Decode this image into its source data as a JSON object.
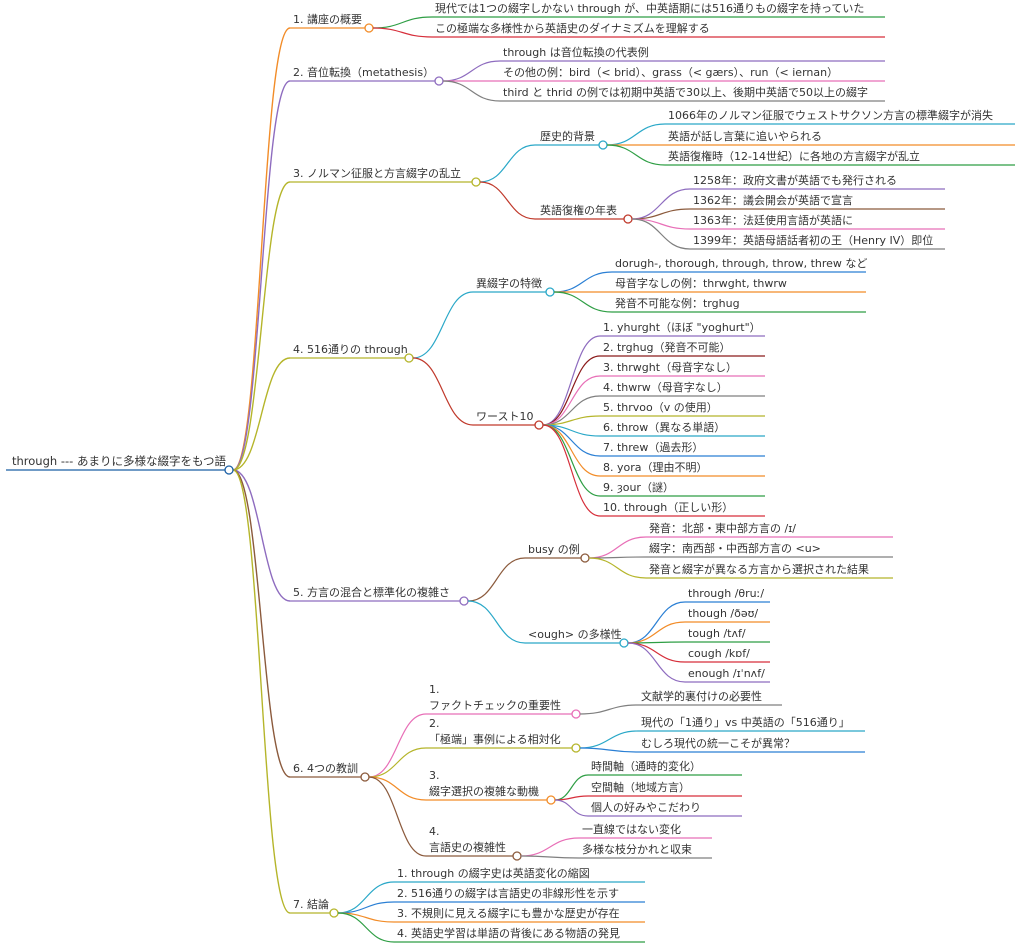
{
  "root": {
    "label": "through --- あまりに多様な綴字をもつ語",
    "color": "#1a5fa5",
    "children": [
      {
        "label": "1. 講座の概要",
        "color": "#f28c28",
        "children": [
          {
            "label": "現代では1つの綴字しかない through が、中英語期には516通りもの綴字を持っていた",
            "color": "#2e9e44"
          },
          {
            "label": "この極端な多様性から英語史のダイナミズムを理解する",
            "color": "#d62e3a"
          }
        ]
      },
      {
        "label": "2. 音位転換（metathesis）",
        "color": "#8e6cbf",
        "children": [
          {
            "label": "through は音位転換の代表例",
            "color": "#8e6cbf"
          },
          {
            "label": "その他の例：bird（< brid）、grass（< gærs）、run（< iernan）",
            "color": "#e86fb7"
          },
          {
            "label": "third と thrid の例では初期中英語で30以上、後期中英語で50以上の綴字",
            "color": "#7f7f7f"
          }
        ]
      },
      {
        "label": "3. ノルマン征服と方言綴字の乱立",
        "color": "#b5b52a",
        "children": [
          {
            "label": "歴史的背景",
            "color": "#2aa8c8",
            "children": [
              {
                "label": "1066年のノルマン征服でウェストサクソン方言の標準綴字が消失",
                "color": "#2aa8c8"
              },
              {
                "label": "英語が話し言葉に追いやられる",
                "color": "#f28c28"
              },
              {
                "label": "英語復権時（12-14世紀）に各地の方言綴字が乱立",
                "color": "#2e9e44"
              }
            ]
          },
          {
            "label": "英語復権の年表",
            "color": "#c0392b",
            "children": [
              {
                "label": "1258年：政府文書が英語でも発行される",
                "color": "#8e6cbf"
              },
              {
                "label": "1362年：議会開会が英語で宣言",
                "color": "#8b5a3c"
              },
              {
                "label": "1363年：法廷使用言語が英語に",
                "color": "#e86fb7"
              },
              {
                "label": "1399年：英語母語話者初の王（Henry IV）即位",
                "color": "#7f7f7f"
              }
            ]
          }
        ]
      },
      {
        "label": "4. 516通りの through",
        "color": "#b5b52a",
        "children": [
          {
            "label": "異綴字の特徴",
            "color": "#2aa8c8",
            "children": [
              {
                "label": "dorugh-, thorough, through, throw, threw など",
                "color": "#2a7fd4"
              },
              {
                "label": "母音字なしの例：thrwght, thwrw",
                "color": "#f28c28"
              },
              {
                "label": "発音不可能な例：trghug",
                "color": "#2e9e44"
              }
            ]
          },
          {
            "label": "ワースト10",
            "color": "#c0392b",
            "children": [
              {
                "label": "1. yhurght（ほぼ \"yoghurt\"）",
                "color": "#8e6cbf"
              },
              {
                "label": "2. trghug（発音不可能）",
                "color": "#8b1a1a"
              },
              {
                "label": "3. thrwght（母音字なし）",
                "color": "#e86fb7"
              },
              {
                "label": "4. thwrw（母音字なし）",
                "color": "#7f7f7f"
              },
              {
                "label": "5. thrvoo（v の使用）",
                "color": "#b5b52a"
              },
              {
                "label": "6. throw（異なる単語）",
                "color": "#2aa8c8"
              },
              {
                "label": "7. threw（過去形）",
                "color": "#2a7fd4"
              },
              {
                "label": "8. yora（理由不明）",
                "color": "#f28c28"
              },
              {
                "label": "9. ȝour（謎）",
                "color": "#2e9e44"
              },
              {
                "label": "10. through（正しい形）",
                "color": "#d62e3a"
              }
            ]
          }
        ]
      },
      {
        "label": "5. 方言の混合と標準化の複雑さ",
        "color": "#8e6cbf",
        "children": [
          {
            "label": "busy の例",
            "color": "#8b5a3c",
            "children": [
              {
                "label": "発音：北部・東中部方言の /ɪ/",
                "color": "#e86fb7"
              },
              {
                "label": "綴字：南西部・中西部方言の <u>",
                "color": "#7f7f7f"
              },
              {
                "label": "発音と綴字が異なる方言から選択された結果",
                "color": "#b5b52a"
              }
            ]
          },
          {
            "label": "<ough> の多様性",
            "color": "#2aa8c8",
            "children": [
              {
                "label": "through /θruː/",
                "color": "#2a7fd4"
              },
              {
                "label": "though /ðəʊ/",
                "color": "#f28c28"
              },
              {
                "label": "tough /tʌf/",
                "color": "#2e9e44"
              },
              {
                "label": "cough /kɒf/",
                "color": "#d62e3a"
              },
              {
                "label": "enough /ɪˈnʌf/",
                "color": "#8e6cbf"
              }
            ]
          }
        ]
      },
      {
        "label": "6. 4つの教訓",
        "color": "#8b5a3c",
        "children": [
          {
            "label": "1.",
            "label2": "ファクトチェックの重要性",
            "color": "#e86fb7",
            "children": [
              {
                "label": "文献学的裏付けの必要性",
                "color": "#7f7f7f"
              }
            ]
          },
          {
            "label": "2.",
            "label2": "「極端」事例による相対化",
            "color": "#b5b52a",
            "children": [
              {
                "label": "現代の「1通り」vs 中英語の「516通り」",
                "color": "#2aa8c8"
              },
              {
                "label": "むしろ現代の統一こそが異常？",
                "color": "#2a7fd4"
              }
            ]
          },
          {
            "label": "3.",
            "label2": "綴字選択の複雑な動機",
            "color": "#f28c28",
            "children": [
              {
                "label": "時間軸（通時的変化）",
                "color": "#2e9e44"
              },
              {
                "label": "空間軸（地域方言）",
                "color": "#d62e3a"
              },
              {
                "label": "個人の好みやこだわり",
                "color": "#8e6cbf"
              }
            ]
          },
          {
            "label": "4.",
            "label2": "言語史の複雑性",
            "color": "#8b5a3c",
            "children": [
              {
                "label": "一直線ではない変化",
                "color": "#e86fb7"
              },
              {
                "label": "多様な枝分かれと収束",
                "color": "#7f7f7f"
              }
            ]
          }
        ]
      },
      {
        "label": "7. 結論",
        "color": "#b5b52a",
        "children": [
          {
            "label": "1. through の綴字史は英語変化の縮図",
            "color": "#2aa8c8"
          },
          {
            "label": "2. 516通りの綴字は言語史の非線形性を示す",
            "color": "#2a7fd4"
          },
          {
            "label": "3. 不規則に見える綴字にも豊かな歴史が存在",
            "color": "#f28c28"
          },
          {
            "label": "4. 英語史学習は単語の背後にある物語の発見",
            "color": "#2e9e44"
          }
        ]
      }
    ]
  }
}
